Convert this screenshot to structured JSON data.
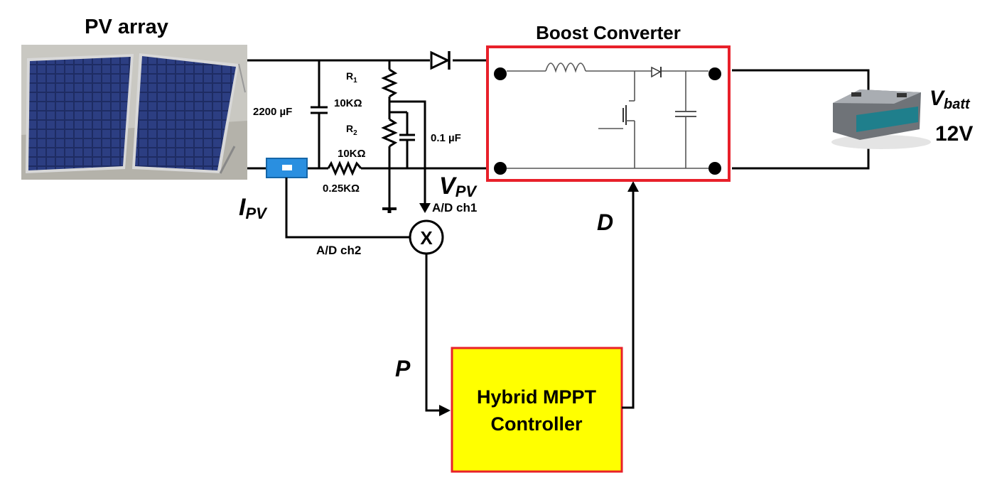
{
  "pv": {
    "label": "PV array"
  },
  "boost": {
    "title": "Boost Converter"
  },
  "capacitor_main": {
    "value": "2200 µF"
  },
  "r1": {
    "name": "R",
    "sub": "1",
    "value": "10KΩ"
  },
  "r2": {
    "name": "R",
    "sub": "2",
    "value": "10KΩ"
  },
  "cap_small": {
    "value": "0.1 µF"
  },
  "shunt": {
    "value": "0.25KΩ"
  },
  "signals": {
    "vpv": {
      "main": "V",
      "sub": "PV"
    },
    "ipv": {
      "main": "I",
      "sub": "PV"
    },
    "adc1": "A/D ch1",
    "adc2": "A/D ch2",
    "multiplier": "X",
    "power": "P",
    "duty": "D"
  },
  "controller": {
    "line1": "Hybrid MPPT",
    "line2": "Controller"
  },
  "battery": {
    "symbol": "V",
    "sub": "batt",
    "voltage": "12V"
  },
  "colors": {
    "accent_red": "#e8202a",
    "controller_fill": "#ffff00",
    "sensor_blue": "#2a8fe0",
    "panel_blue": "#1c2a5e"
  }
}
